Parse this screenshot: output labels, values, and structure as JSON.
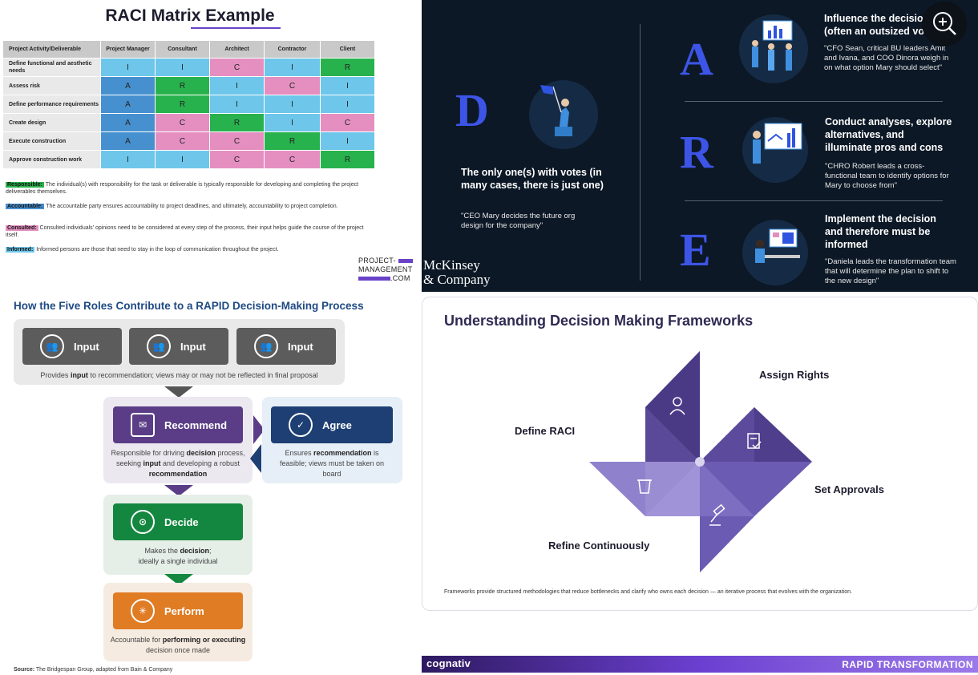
{
  "raci": {
    "title": "RACI Matrix Example",
    "columns": [
      "Project Activity/Deliverable",
      "Project Manager",
      "Consultant",
      "Architect",
      "Contractor",
      "Client"
    ],
    "rows": [
      {
        "activity": "Define functional and aesthetic needs",
        "cells": [
          "I",
          "I",
          "C",
          "I",
          "R"
        ]
      },
      {
        "activity": "Assess risk",
        "cells": [
          "A",
          "R",
          "I",
          "C",
          "I"
        ]
      },
      {
        "activity": "Define performance requirements",
        "cells": [
          "A",
          "R",
          "I",
          "I",
          "I"
        ]
      },
      {
        "activity": "Create design",
        "cells": [
          "A",
          "C",
          "R",
          "I",
          "C"
        ]
      },
      {
        "activity": "Execute construction",
        "cells": [
          "A",
          "C",
          "C",
          "R",
          "I"
        ]
      },
      {
        "activity": "Approve construction work",
        "cells": [
          "I",
          "I",
          "C",
          "C",
          "R"
        ]
      }
    ],
    "legend": [
      {
        "tag": "Responsible:",
        "text": "The individual(s) with responsibility for the task or deliverable is typically responsible for developing and completing the project deliverables themselves.",
        "color": "#28b24d"
      },
      {
        "tag": "Accountable:",
        "text": "The accountable party ensures accountability to project deadlines, and ultimately, accountability to project completion.",
        "color": "#4790cf"
      },
      {
        "tag": "Consulted:",
        "text": "Consulted individuals' opinions need to be considered at every step of the process, their input helps guide the course of the project itself.",
        "color": "#e48fc0"
      },
      {
        "tag": "Informed:",
        "text": "Informed persons are those that need to stay in the loop of communication throughout the project.",
        "color": "#6ec6ea"
      }
    ],
    "logo": {
      "line1": "PROJECT-",
      "line2": "MANAGEMENT",
      "line3": ".COM"
    },
    "colors": {
      "I": "#6ec6ea",
      "A": "#4790cf",
      "R": "#28b24d",
      "C": "#e48fc0"
    }
  },
  "dare": {
    "D": {
      "letter": "D",
      "heading": "The only one(s) with votes (in many cases, there is just one)",
      "quote": "\"CEO Mary decides the future org design for the company\""
    },
    "A": {
      "letter": "A",
      "heading": "Influence the decision (often an outsized voice)",
      "quote": "\"CFO Sean, critical BU leaders Amit and Ivana, and COO Dinora weigh in on what option Mary should select\""
    },
    "R": {
      "letter": "R",
      "heading": "Conduct analyses, explore alternatives, and illuminate pros and cons",
      "quote": "\"CHRO Robert leads a cross-functional team to identify options for Mary to choose from\""
    },
    "E": {
      "letter": "E",
      "heading": "Implement the decision and therefore must be informed",
      "quote": "\"Daniela leads the transformation team that will determine the plan to shift to the new design\""
    },
    "brand_line1": "McKinsey",
    "brand_line2": "& Company"
  },
  "rapid": {
    "title": "How the Five Roles Contribute to a RAPID Decision-Making Process",
    "input_label": "Input",
    "input_desc_pre": "Provides ",
    "input_desc_bold": "input",
    "input_desc_post": " to recommendation; views may or may not be reflected in final proposal",
    "recommend_label": "Recommend",
    "recommend_desc": [
      "Responsible for driving ",
      "decision",
      " process, seeking ",
      "input",
      " and developing a robust ",
      "recommendation"
    ],
    "agree_label": "Agree",
    "agree_desc": [
      "Ensures ",
      "recommendation",
      " is feasible; views must be taken on board"
    ],
    "decide_label": "Decide",
    "decide_desc": [
      "Makes the ",
      "decision",
      ";",
      "ideally a single individual"
    ],
    "perform_label": "Perform",
    "perform_desc": [
      "Accountable for ",
      "performing or executing",
      " decision once made"
    ],
    "source_label": "Source:",
    "source_text": " The Bridgespan Group, adapted from Bain & Company",
    "colors": {
      "input": "#5c5c5c",
      "recommend": "#5a3d86",
      "agree": "#1d3f73",
      "decide": "#13873f",
      "perform": "#e07c24"
    }
  },
  "frameworks": {
    "title": "Understanding Decision Making Frameworks",
    "labels": {
      "assign": "Assign Rights",
      "raci": "Define RACI",
      "approvals": "Set Approvals",
      "refine": "Refine Continuously"
    },
    "footnote": "Frameworks provide structured methodologies that reduce bottlenecks and clarify who owns each decision — an iterative process that evolves with the organization."
  },
  "bottom_bar": {
    "brand": "cognativ",
    "right": "RAPID TRANSFORMATION"
  }
}
